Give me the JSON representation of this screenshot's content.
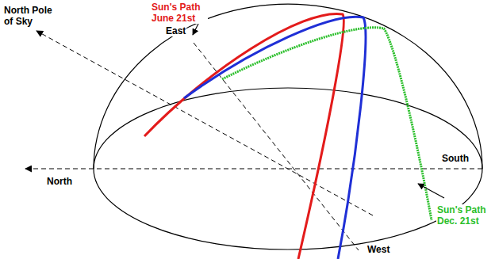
{
  "diagram": {
    "labels": [
      "North Pole of Sky",
      "Sun's Path June 21st",
      "East",
      "North",
      "South",
      "West",
      "Sun's Path Dec. 21st"
    ]
  }
}
